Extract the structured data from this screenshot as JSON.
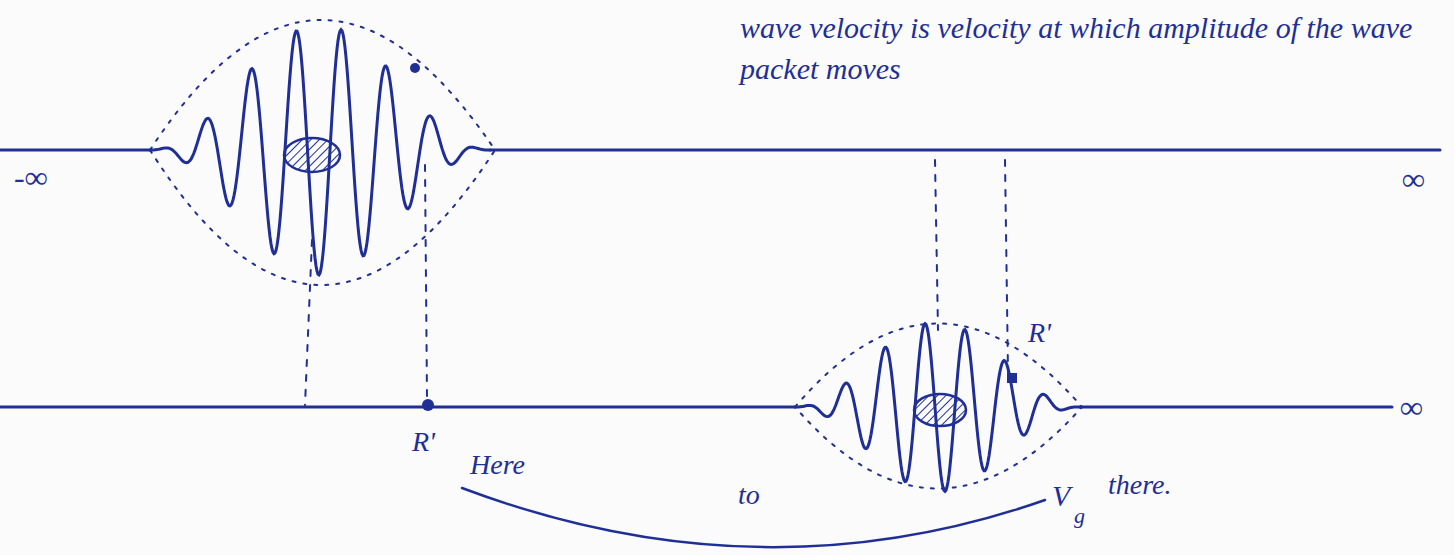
{
  "diagram": {
    "labels": [
      "wave velocity is velocity at which amplitude of the wave packet moves",
      "-∞",
      "∞",
      "∞",
      "R'",
      "R'",
      "Here",
      "to",
      "V",
      "g",
      "there."
    ]
  }
}
